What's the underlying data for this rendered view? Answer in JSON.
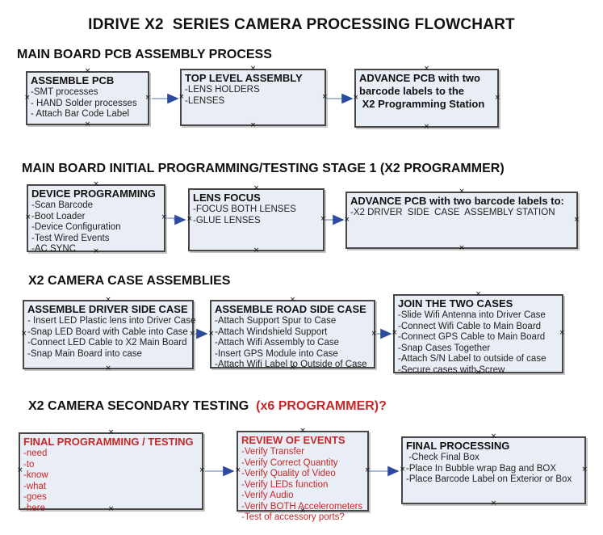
{
  "title": "IDRIVE X2  SERIES CAMERA PROCESSING FLOWCHART",
  "colors": {
    "box_fill": "#e9edf5",
    "box_border": "#474747",
    "arrow_line": "#8ba3c7",
    "arrow_head": "#2c4a9e",
    "accent_red": "#c62828",
    "text_black": "#111111"
  },
  "sections": {
    "pcb_assembly": {
      "heading": "MAIN BOARD PCB ASSEMBLY PROCESS"
    },
    "initial_programming": {
      "heading": "MAIN BOARD INITIAL PROGRAMMING/TESTING STAGE 1 (X2 PROGRAMMER)"
    },
    "case_assemblies": {
      "heading": "X2 CAMERA CASE ASSEMBLIES"
    },
    "secondary_testing": {
      "heading_main": "X2 CAMERA SECONDARY TESTING ",
      "heading_red": " (x6 PROGRAMMER)?"
    }
  },
  "boxes": {
    "assemble_pcb": {
      "title": "ASSEMBLE PCB",
      "items": [
        "-SMT processes",
        "- HAND Solder processes",
        "- Attach Bar Code Label"
      ]
    },
    "top_level_assembly": {
      "title": "TOP LEVEL ASSEMBLY",
      "items": [
        "-LENS HOLDERS",
        "-LENSES"
      ]
    },
    "advance_pcb_programming": {
      "title": "ADVANCE PCB with two",
      "bold_lines": [
        "barcode labels to the",
        " X2 Programming Station"
      ]
    },
    "device_programming": {
      "title": "DEVICE PROGRAMMING",
      "items": [
        "-Scan Barcode",
        "-Boot Loader",
        "-Device Configuration",
        "-Test Wired Events",
        "-AC SYNC"
      ]
    },
    "lens_focus": {
      "title": "LENS FOCUS",
      "items": [
        "-FOCUS BOTH LENSES",
        "-GLUE LENSES"
      ]
    },
    "advance_pcb_driver_side": {
      "title": "ADVANCE PCB with two barcode labels to:",
      "items": [
        "-X2 DRIVER  SIDE  CASE  ASSEMBLY STATION"
      ]
    },
    "assemble_driver_side_case": {
      "title": "ASSEMBLE DRIVER SIDE CASE",
      "items": [
        "- Insert LED Plastic lens into Driver Case",
        "-Snap LED Board with Cable into Case",
        "-Connect LED Cable to X2 Main Board",
        "-Snap Main Board into case"
      ]
    },
    "assemble_road_side_case": {
      "title": "ASSEMBLE ROAD SIDE CASE",
      "items": [
        "-Attach Support Spur to Case",
        "-Attach Windshield Support",
        "-Attach Wifi Assembly to Case",
        "-Insert GPS Module into Case",
        "-Attach Wifi Label to Outside of Case"
      ]
    },
    "join_the_two_cases": {
      "title": "JOIN THE TWO CASES",
      "items": [
        "-Slide Wifi Antenna into Driver Case",
        "-Connect Wifi Cable to Main Board",
        "-Connect GPS Cable to Main Board",
        "-Snap Cases Together",
        "-Attach S/N Label to outside of case",
        "-Secure cases with Screw"
      ]
    },
    "final_programming_testing": {
      "title": "FINAL PROGRAMMING / TESTING",
      "items": [
        "-need",
        "-to",
        "-know",
        "-what",
        "-goes",
        "-here"
      ]
    },
    "review_of_events": {
      "title": "REVIEW OF EVENTS",
      "items": [
        "-Verify Transfer",
        "-Verify Correct Quantity",
        "-Verify Quality of Video",
        "-Verify LEDs function",
        "-Verify Audio",
        "-Verify BOTH Accelerometers",
        "-Test of accessory ports?"
      ]
    },
    "final_processing": {
      "title": "FINAL PROCESSING",
      "items": [
        " -Check Final Box",
        "-Place In Bubble wrap Bag and BOX",
        "-Place Barcode Label on Exterior or Box"
      ]
    }
  }
}
